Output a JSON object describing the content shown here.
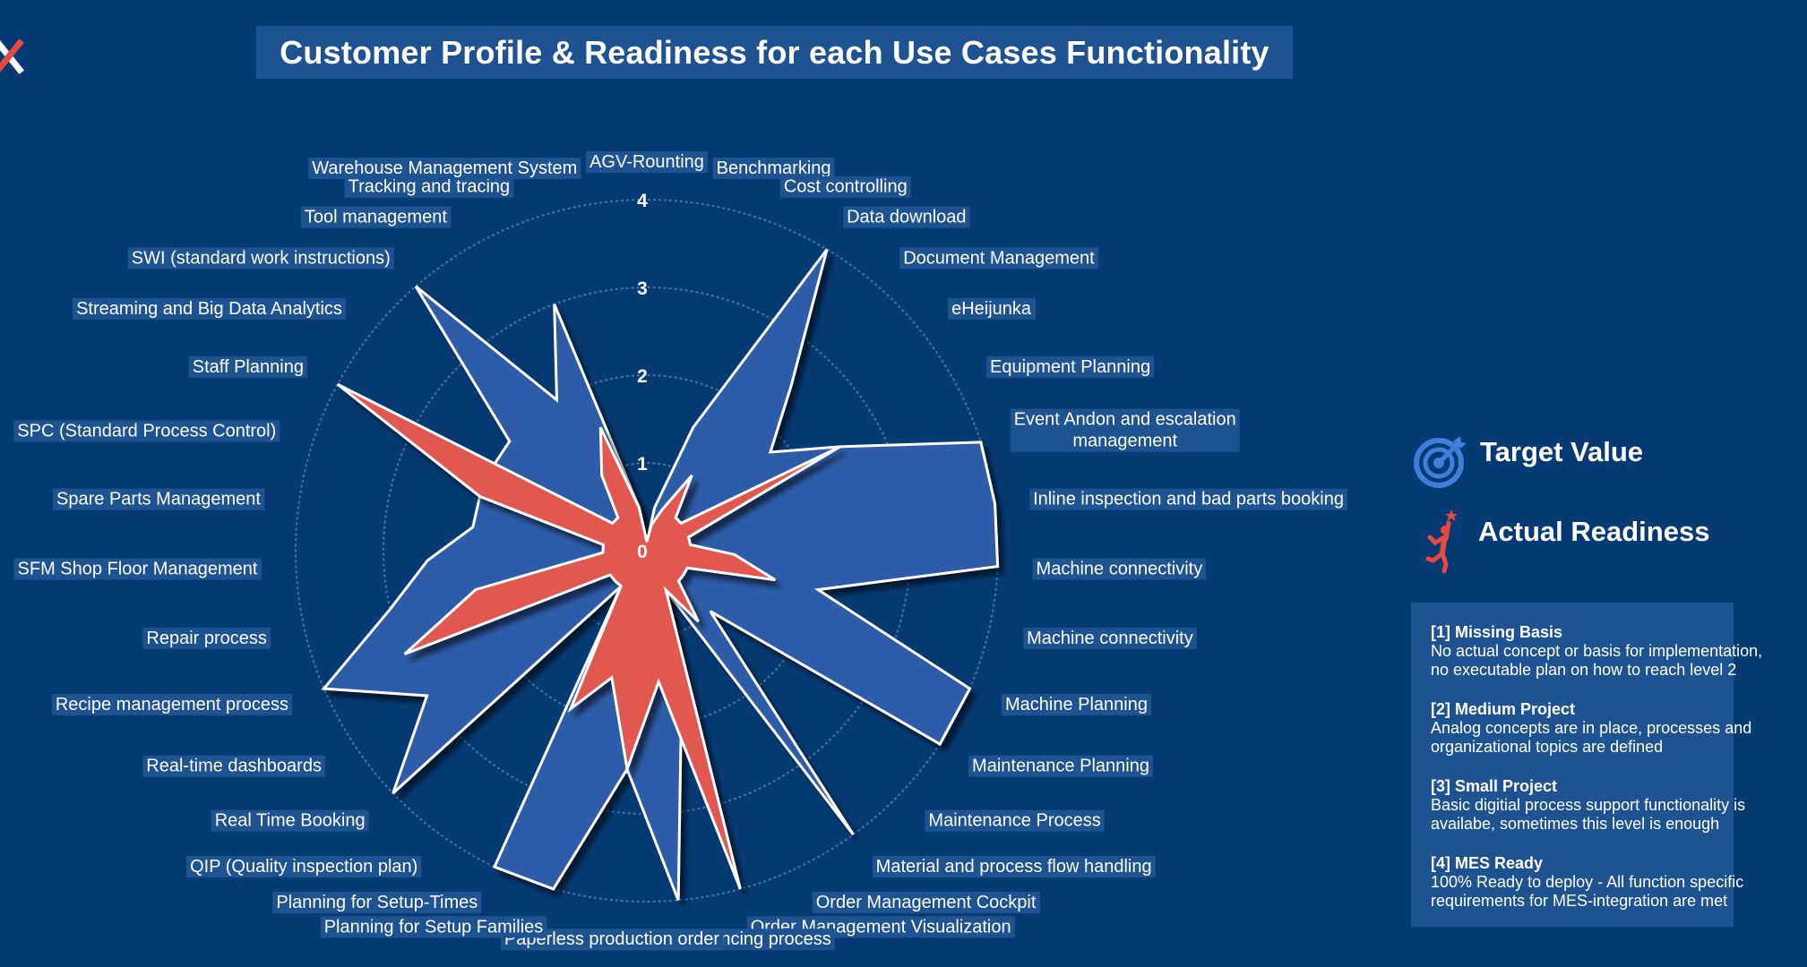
{
  "title": "Customer Profile & Readiness for each Use Cases Functionality",
  "legend": {
    "target_label": "Target Value",
    "target_icon": "target-icon",
    "actual_label": "Actual Readiness",
    "actual_icon": "person-reaching-star-icon"
  },
  "levels": [
    {
      "title": "[1] Missing Basis",
      "line1": "No actual concept or basis for implementation,",
      "line2": "no executable plan on how to reach level 2"
    },
    {
      "title": "[2] Medium Project",
      "line1": "Analog concepts are in place, processes and",
      "line2": "organizational topics are defined"
    },
    {
      "title": "[3] Small Project",
      "line1": "Basic digitial process support functionality is",
      "line2": "availabe, sometimes this level is enough"
    },
    {
      "title": "[4] MES Ready",
      "line1": "100% Ready to deploy - All function specific",
      "line2": "requirements for MES-integration are met"
    }
  ],
  "colors": {
    "background": "#063a73",
    "banner": "#1f5290",
    "target_fill": "#2d5ba8",
    "actual_fill": "#e0584f",
    "outline": "#ffffff",
    "logo_accent": "#e8483f"
  },
  "chart_data": {
    "type": "radar",
    "title": "Customer Profile & Readiness for each Use Cases Functionality",
    "rlim": [
      0,
      4
    ],
    "ticks": [
      0,
      1,
      2,
      3,
      4
    ],
    "grid": true,
    "legend_position": "right",
    "categories": [
      "AGV-Rounting",
      "Benchmarking",
      "Cost controlling",
      "Data download",
      "Document Management",
      "eHeijunka",
      "Equipment Planning",
      "Event Andon and escalation management",
      "Inline inspection and bad parts booking",
      "Machine connectivity",
      "Machine connectivity",
      "Machine Planning",
      "Maintenance Planning",
      "Maintenance Process",
      "Material and process flow handling",
      "Order Management Cockpit",
      "Order Management Visualization",
      "Order relase and sequencing process",
      "Paperless production order",
      "Planning for Setup Families",
      "Planning for Setup-Times",
      "QIP (Quality inspection plan)",
      "Real Time Booking",
      "Real-time dashboards",
      "Recipe management process",
      "Repair process",
      "SFM Shop Floor Management",
      "Spare Parts Management",
      "SPC (Standard Process Control)",
      "Staff Planning",
      "Streaming and Big Data Analytics",
      "SWI (standard work instructions)",
      "Tool management",
      "Tracking and tracing",
      "Warehouse Management System"
    ],
    "series": [
      {
        "name": "Target Value",
        "values": [
          0.1,
          0.5,
          1.5,
          4.0,
          2.5,
          1.8,
          2.5,
          4.0,
          4.0,
          4.0,
          2.0,
          4.0,
          4.0,
          1.0,
          4.0,
          0.5,
          1.5,
          4.0,
          2.5,
          4.0,
          4.0,
          0.5,
          4.0,
          3.0,
          4.0,
          3.0,
          2.5,
          2.0,
          2.0,
          2.0,
          2.0,
          4.0,
          2.0,
          3.0,
          0.5
        ]
      },
      {
        "name": "Actual Readiness",
        "values": [
          0.1,
          0.3,
          0.5,
          1.0,
          0.5,
          0.5,
          2.5,
          0.5,
          0.5,
          1.0,
          1.5,
          0.5,
          0.5,
          0.5,
          1.0,
          0.5,
          4.0,
          1.5,
          2.5,
          1.5,
          2.0,
          0.5,
          0.5,
          0.5,
          3.0,
          2.0,
          0.5,
          0.5,
          2.0,
          4.0,
          0.5,
          0.5,
          1.0,
          1.5,
          0.5
        ]
      }
    ]
  }
}
